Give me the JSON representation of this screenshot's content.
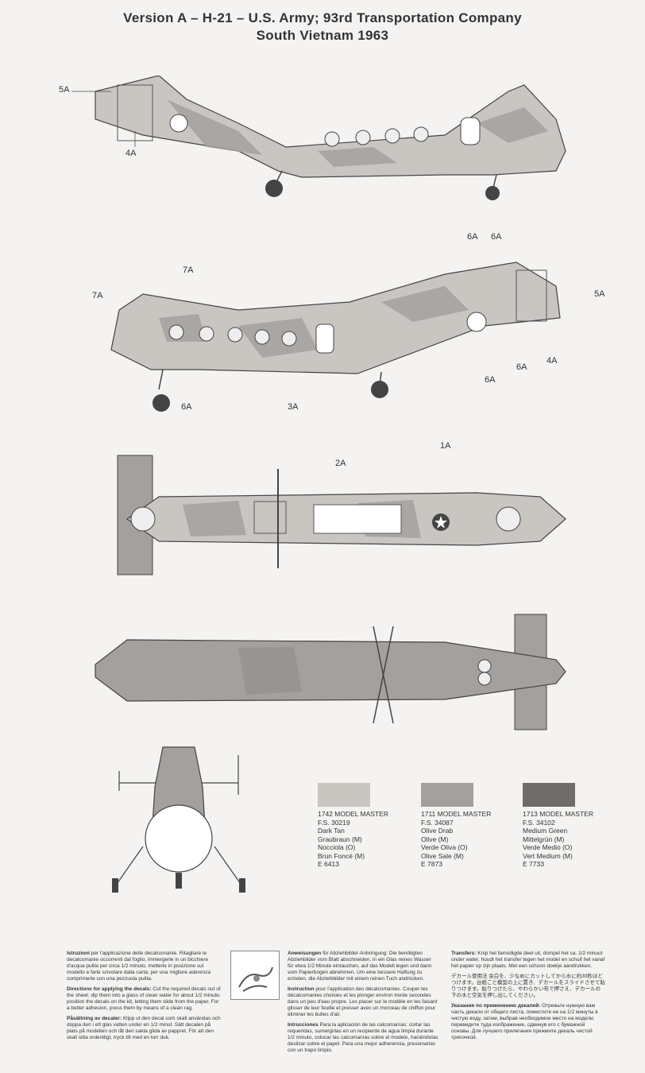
{
  "header": {
    "line1": "Version A – H-21 – U.S. Army; 93rd Transportation Company",
    "line2": "South Vietnam 1963"
  },
  "callouts": {
    "c1A": "1A",
    "c2A": "2A",
    "c3A": "3A",
    "c4A": "4A",
    "c5A": "5A",
    "c6A": "6A",
    "c7A": "7A"
  },
  "colors": {
    "dark_tan": "#c9c6c2",
    "olive_drab": "#a3a09d",
    "medium_green": "#6f6c6a"
  },
  "paint_chart": [
    {
      "code": "1742 MODEL MASTER",
      "fs": "F.S. 30219",
      "lines": [
        "Dark Tan",
        "Graubraun (M)",
        "Nocciola (O)",
        "Brun Foncé (M)",
        "E 6413"
      ]
    },
    {
      "code": "1711 MODEL MASTER",
      "fs": "F.S. 34087",
      "lines": [
        "Olive Drab",
        "Olive (M)",
        "Verde Oliva (O)",
        "Olive Sale (M)",
        "E 7873"
      ]
    },
    {
      "code": "1713 MODEL MASTER",
      "fs": "F.S. 34102",
      "lines": [
        "Medium Green",
        "Mittelgrün (M)",
        "Verde Medio (O)",
        "Vert Medium (M)",
        "E 7733"
      ]
    }
  ],
  "instructions": {
    "it_title": "Istruzioni",
    "it_text": "per l'applicazione delle decalcomanie. Ritagliare le decalcomanie occorrenti dal foglio, immergerle in un bicchiere d'acqua pulita per circa 1/2 minuto, metterle in posizione sul modello e farle scivolare dalla carta; per una migliore aderenza comprimerle con una pezzuola pulita.",
    "en_title": "Directions for applying the decals:",
    "en_text": "Cut the required decals out of the sheet; dip them into a glass of clean water for about 1/2 minute; position the decals on the kit, letting them slide from the paper. For a better adhesion, press them by means of a clean rag.",
    "sv_title": "Påsättning av decaler:",
    "sv_text": "Klipp ut den decal som skall användas och doppa den i ett glas vatten under en 1/2 minut. Sätt decalen på plats på modellen och låt den sakta glida av pappret. För att den skall sitta ordentligt, tryck till med en torr duk.",
    "de_title": "Anweisungen",
    "de_text": "für Abziehbilder-Anbringung: Die benötigten Abziehbilder vom Blatt abschneiden, in ein Glas reines Wasser für etwa 1/2 Minute eintauchen, auf das Modell legen und dann vom Papierbogen abnehmen. Um eine bessere Haftung zu erzielen, die Abziehbilder mit einem reinen Tuch andrücken.",
    "fr_title": "Instruction",
    "fr_text": "pour l'application des décalcomanies. Couper les décalcomanies choisies et les plonger environ trente secondes dans un peu d'eau propre. Les placer sur le modèle en les faisant glisser de leur feuille et presser avec un morceau de chiffon pour éliminer les bulles d'air.",
    "es_title": "Intrucciones",
    "es_text": "Para la aplicación de las calcomanías: cortar las requeridas, sumergirlas en un recipiente de agua limpia durante 1/2 minuto, colocar las calcomanías sobre el modelo, haciéndolas deslizar sobre el papel. Para una mejor adherencia, presionarlas con un trapo limpio.",
    "nl_title": "Transfers:",
    "nl_text": "Knip het benodigde deel uit, dompel het ca. 1/2 minuut onder water, houdt het transfer tegen het model en schuif het vanaf het papier op zijn plaats. Met een schoon doekje aandrukken.",
    "jp_text": "デカール使用法 余白を、少なめにカットしてから水に約30秒ほどつけます。台紙ごと模型の上に置き、デカールをスライドさせて貼りつけます。貼りつけたら、やわらかい布で押さえ、デカールの下の水と空気を押し出してください。",
    "ru_title": "Указания по применению декалей:",
    "ru_text": "Отрежьте нужную вам часть декали от общего листа, поместите ее на 1/2 минуты в чистую воду, затем, выбрав необходимое место на модели, переведите туда изображение, сдвинув его с бумажной основы. Для лучшего прилегания прижмите декаль чистой тряпочкой."
  }
}
